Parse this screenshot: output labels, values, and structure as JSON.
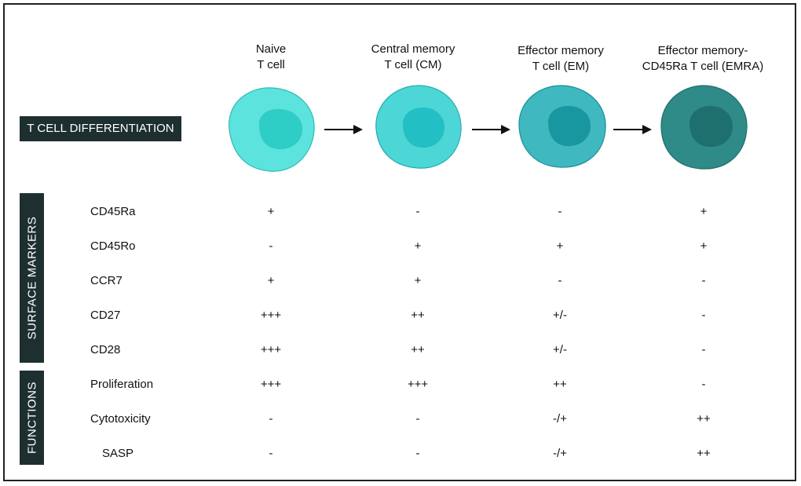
{
  "section_label": "T CELL DIFFERENTIATION",
  "side_labels": {
    "surface": "SURFACE  MARKERS",
    "functions": "FUNCTIONS"
  },
  "stages": [
    {
      "line1": "Naive",
      "line2": "T cell",
      "cell_color": "#5de3dd",
      "nucleus_color": "#2ecdc6",
      "stroke": "#2bbcb5"
    },
    {
      "line1": "Central memory",
      "line2": "T cell (CM)",
      "cell_color": "#4dd6d6",
      "nucleus_color": "#22c0c4",
      "stroke": "#22adb0"
    },
    {
      "line1": "Effector memory",
      "line2": "T cell (EM)",
      "cell_color": "#3fb8c0",
      "nucleus_color": "#1897a0",
      "stroke": "#1a8f98"
    },
    {
      "line1": "Effector memory-",
      "line2": "CD45Ra  T cell (EMRA)",
      "cell_color": "#2f8b88",
      "nucleus_color": "#1d706d",
      "stroke": "#1f6f6c"
    }
  ],
  "rows": [
    {
      "label": "CD45Ra",
      "values": [
        "+",
        "-",
        "-",
        "+"
      ]
    },
    {
      "label": "CD45Ro",
      "values": [
        "-",
        "+",
        "+",
        "+"
      ]
    },
    {
      "label": "CCR7",
      "values": [
        "+",
        "+",
        "-",
        "-"
      ]
    },
    {
      "label": "CD27",
      "values": [
        "+++",
        "++",
        "+/-",
        "-"
      ]
    },
    {
      "label": "CD28",
      "values": [
        "+++",
        "++",
        "+/-",
        "-"
      ]
    },
    {
      "label": "Proliferation",
      "values": [
        "+++",
        "+++",
        "++",
        "-"
      ]
    },
    {
      "label": "Cytotoxicity",
      "values": [
        "-",
        "-",
        "-/+",
        "++"
      ]
    },
    {
      "label": "SASP",
      "values": [
        "-",
        "-",
        "-/+",
        "++"
      ]
    }
  ],
  "colors": {
    "label_bg": "#1e2f30",
    "arrow": "#111111"
  }
}
